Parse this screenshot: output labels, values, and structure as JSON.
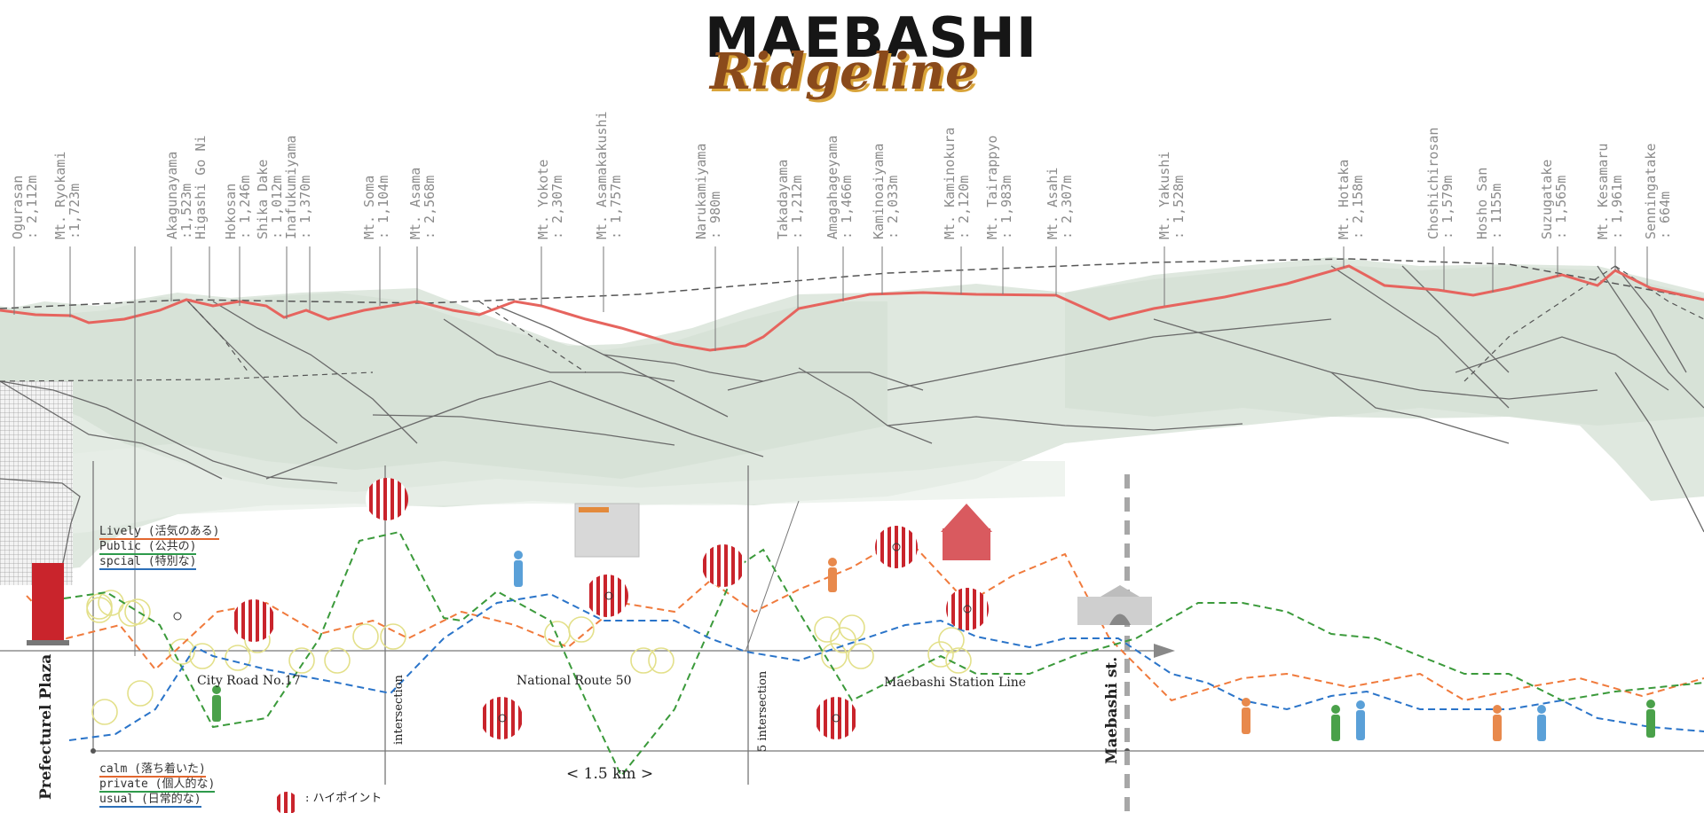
{
  "title": {
    "main": "MAEBASHI",
    "sub": "Ridgeline"
  },
  "peaks": [
    {
      "name": "Ogurasan",
      "elev": ": 2,112m"
    },
    {
      "name": "Mt. Ryokami",
      "elev": ":1,723m"
    },
    {
      "name": "Akagunayama",
      "elev": ":1,523m"
    },
    {
      "name": "Higashi Go Ni",
      "elev": ""
    },
    {
      "name": "Hokosan",
      "elev": ": 1,246m"
    },
    {
      "name": "Shika Dake",
      "elev": ": 1,012m"
    },
    {
      "name": "Inafukumiyama",
      "elev": ": 1,370m"
    },
    {
      "name": "Mt. Soma",
      "elev": ": 1,104m"
    },
    {
      "name": "Mt. Asama",
      "elev": ": 2,568m"
    },
    {
      "name": "Mt. Yokote",
      "elev": ": 2,307m"
    },
    {
      "name": "Mt. Asamakakushi",
      "elev": ": 1,757m"
    },
    {
      "name": "Narukamiyama",
      "elev": ": 980m"
    },
    {
      "name": "Takadayama",
      "elev": ": 1,212m"
    },
    {
      "name": "Amagahageyama",
      "elev": ": 1,466m"
    },
    {
      "name": "Kaminoaiyama",
      "elev": ": 2,033m"
    },
    {
      "name": "Mt. Kaminokura",
      "elev": ": 2,120m"
    },
    {
      "name": "Mt. Tairappyo",
      "elev": ": 1,983m"
    },
    {
      "name": "Mt. Asahi",
      "elev": ": 2,307m"
    },
    {
      "name": "Mt. Yakushi",
      "elev": ": 1,528m"
    },
    {
      "name": "Mt. Hotaka",
      "elev": ": 2,158m"
    },
    {
      "name": "Choshichirosan",
      "elev": ": 1,579m"
    },
    {
      "name": "Hosho San",
      "elev": ": 1155m"
    },
    {
      "name": "Suzugatake",
      "elev": ": 1,565m"
    },
    {
      "name": "Mt. Kesamaru",
      "elev": ": 1,961m"
    },
    {
      "name": "Senningatake",
      "elev": ": 664m"
    }
  ],
  "roads": {
    "city_road": "City Road No.17",
    "national_route": "National Route 50",
    "station_line": "Maebashi Station Line",
    "intersection": "intersection",
    "intersection_5": "5 intersection"
  },
  "places": {
    "start": "Prefecturel Plaza",
    "end": "Maebashi st."
  },
  "distance": "< 1.5 km >",
  "legend_top": [
    {
      "label": "Lively (活気のある)",
      "color": "#e2672f"
    },
    {
      "label": "Public (公共の)",
      "color": "#2e9a4b"
    },
    {
      "label": "spcial (特別な)",
      "color": "#2c6fb8"
    }
  ],
  "legend_bottom": [
    {
      "label": "calm   (落ち着いた)",
      "color": "#e2672f"
    },
    {
      "label": "private (個人的な)",
      "color": "#2e9a4b"
    },
    {
      "label": "usual   (日常的な)",
      "color": "#2c6fb8"
    }
  ],
  "highpoint_legend": ": ハイポイント",
  "colors": {
    "ridge": "#e6645e",
    "lively": "#f07a3c",
    "public": "#3b9a3b",
    "special": "#2a74c9",
    "highpoint": "#c9242c",
    "mountain_fill": "#dfe8df",
    "yellow_circle": "#e3e08a"
  }
}
